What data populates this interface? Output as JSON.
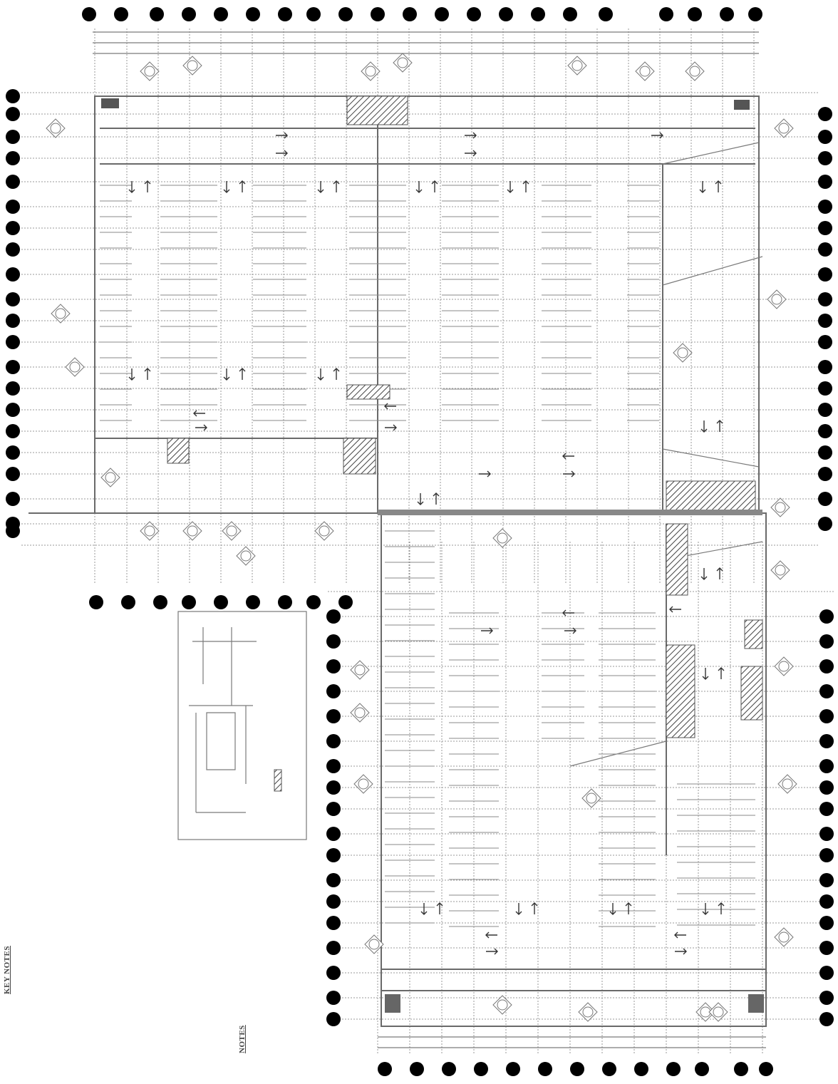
{
  "sheet": {
    "key_notes_title": "KEY NOTES",
    "notes_title": "NOTES"
  },
  "colors": {
    "ink": "#555555",
    "hatch": "#444444",
    "paper": "#ffffff"
  },
  "symbols": {
    "grid_bubble": "grid-line-bubble",
    "section_marker": "section-cut-marker",
    "arrow": "traffic-direction-arrow",
    "hatch": "hatched-ramp-area"
  }
}
